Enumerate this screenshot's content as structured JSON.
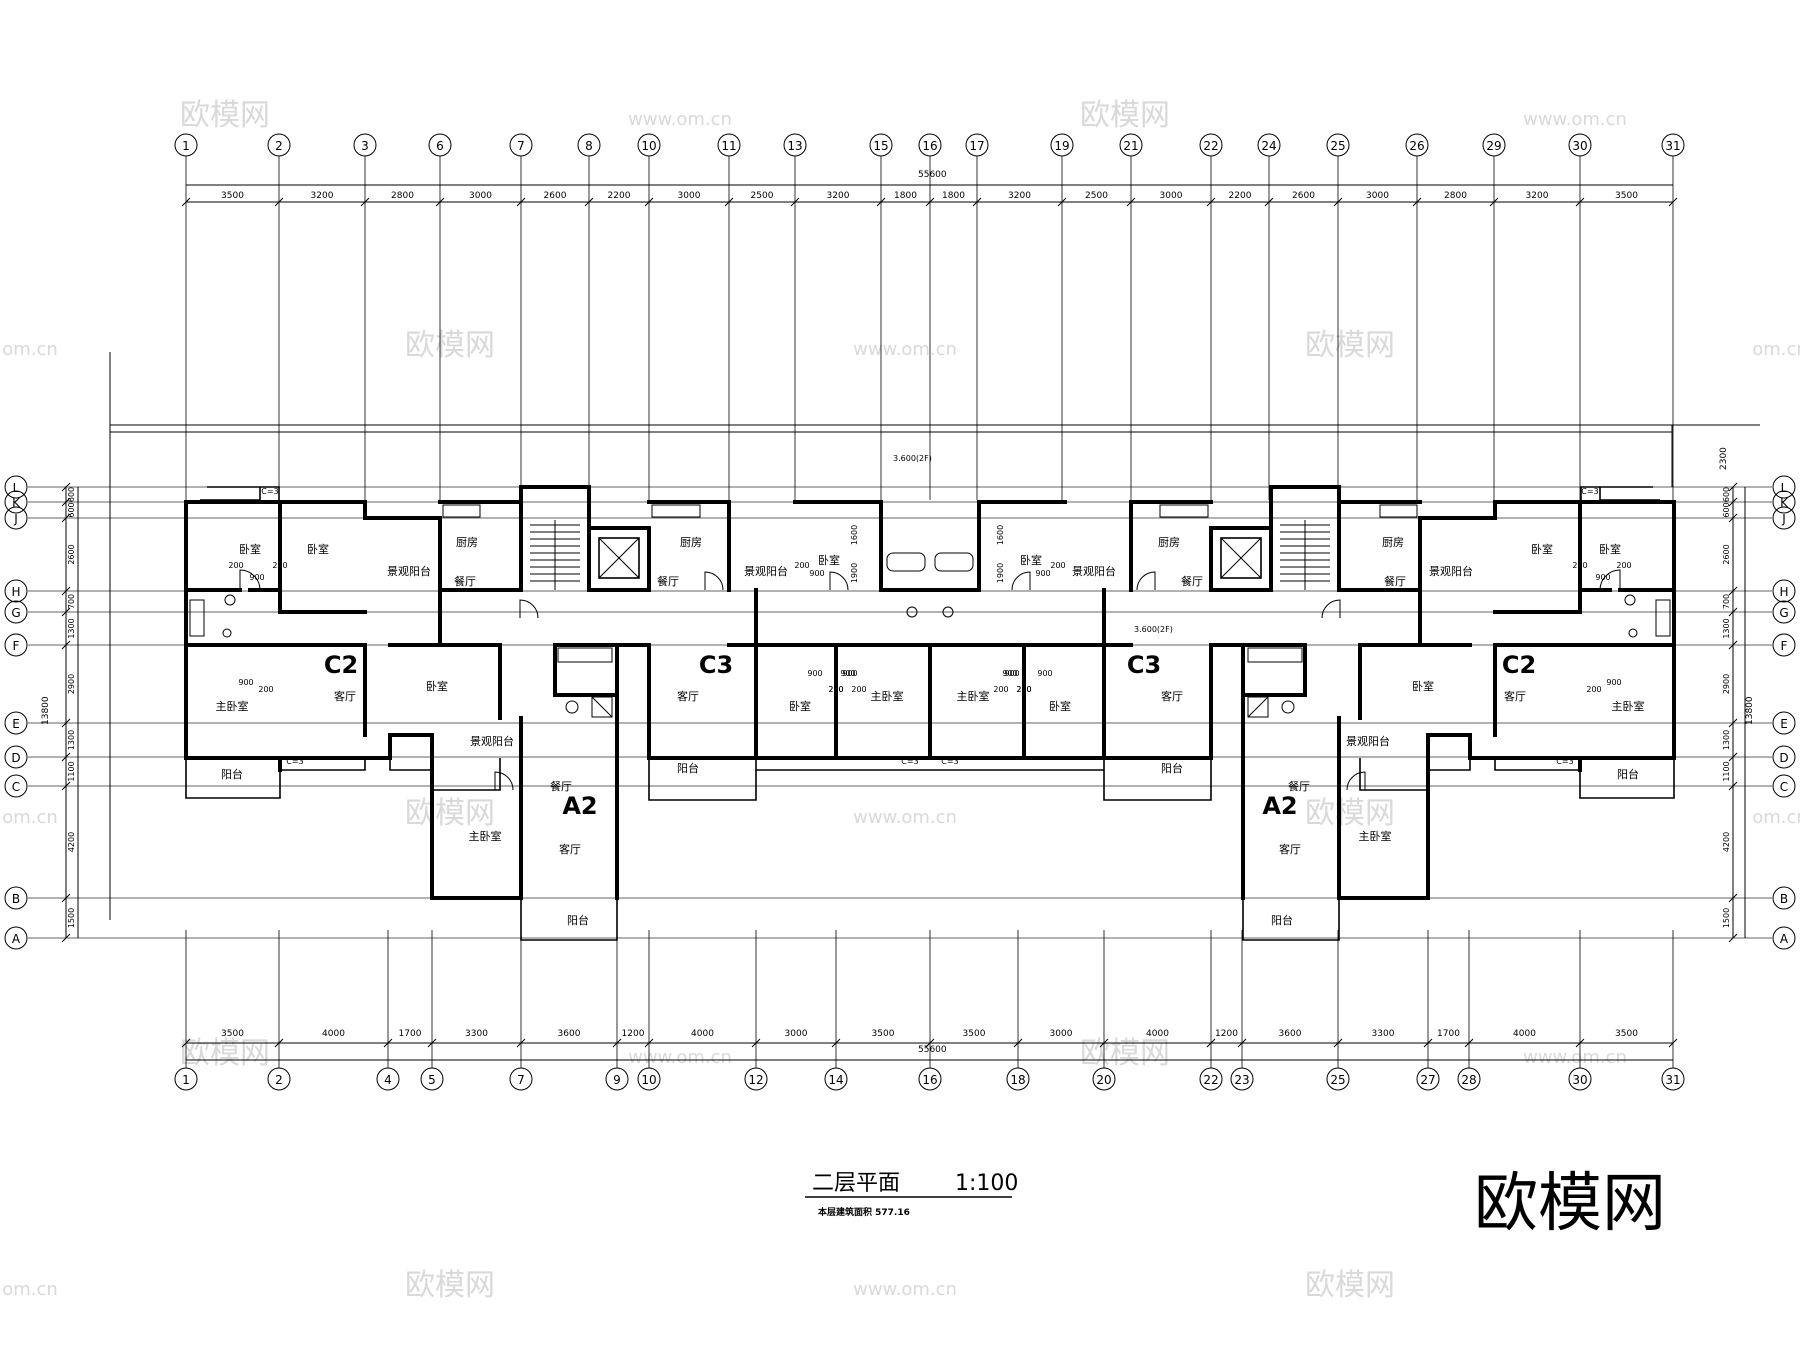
{
  "drawing": {
    "title": "二层平面",
    "scale": "1:100",
    "area_note": "本层建筑面积 577.16",
    "total_width_label": "55600",
    "depth_label": "13800",
    "roof_note": "3.600(2F)",
    "roof_note_2": "3.600(2F)"
  },
  "top_axes": [
    "1",
    "2",
    "3",
    "6",
    "7",
    "8",
    "10",
    "11",
    "13",
    "15",
    "16",
    "17",
    "19",
    "21",
    "22",
    "24",
    "25",
    "26",
    "29",
    "30",
    "31"
  ],
  "top_dims": [
    "3500",
    "3200",
    "2800",
    "3000",
    "2600",
    "2200",
    "3000",
    "2500",
    "3200",
    "1800",
    "1800",
    "3200",
    "2500",
    "3000",
    "2200",
    "2600",
    "3000",
    "2800",
    "3200",
    "3500"
  ],
  "bottom_axes": [
    "1",
    "2",
    "4",
    "5",
    "7",
    "9",
    "10",
    "12",
    "14",
    "16",
    "18",
    "20",
    "22",
    "23",
    "25",
    "27",
    "28",
    "30",
    "31"
  ],
  "bottom_dims": [
    "3500",
    "4000",
    "1700",
    "3300",
    "3600",
    "1200",
    "4000",
    "3000",
    "3500",
    "3500",
    "3000",
    "4000",
    "1200",
    "3600",
    "3300",
    "1700",
    "4000",
    "3500"
  ],
  "row_axes": [
    "L",
    "K",
    "J",
    "H",
    "G",
    "F",
    "E",
    "D",
    "C",
    "B",
    "A"
  ],
  "row_dims": [
    "600",
    "600",
    "2600",
    "700",
    "1300",
    "2900",
    "1300",
    "1100",
    "4200",
    "1500"
  ],
  "right_extra_dim": "2300",
  "unit_labels": [
    "C2",
    "C3",
    "A2",
    "A2",
    "C3",
    "C2"
  ],
  "rooms": {
    "bedroom": "卧室",
    "master": "主卧室",
    "living": "客厅",
    "dining": "餐厅",
    "kitchen": "厨房",
    "balcony": "阳台",
    "view_balcony": "景观阳台",
    "ac": "C=3"
  },
  "door_dims": [
    "200",
    "900"
  ],
  "kitchen_dims": [
    "1600",
    "1900"
  ],
  "watermark": {
    "brand": "欧模网",
    "url": "www.om.cn",
    "url_short": "om.cn"
  },
  "colors": {
    "ink": "#000000",
    "watermark": "#d9d9d9",
    "paper": "#ffffff"
  }
}
